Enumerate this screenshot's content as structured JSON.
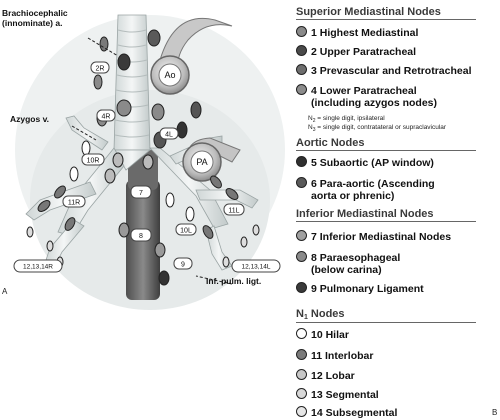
{
  "illustration": {
    "labels": {
      "brachiocephalic": "Brachiocephalic (innominate) a.",
      "azygos": "Azygos v.",
      "inf_pulm_ligt": "Inf. pulm. ligt.",
      "ao": "Ao",
      "pa": "PA"
    },
    "stations": [
      "2R",
      "4R",
      "4L",
      "10R",
      "11R",
      "10L",
      "11L",
      "7",
      "8",
      "9",
      "12,13,14R",
      "12,13,14L"
    ],
    "panel_letters": {
      "left": "A",
      "right": "B"
    }
  },
  "legend": {
    "sections": [
      {
        "title": "Superior Mediastinal Nodes"
      },
      {
        "title": "Aortic Nodes"
      },
      {
        "title": "Inferior Mediastinal Nodes"
      },
      {
        "title": "N",
        "subscript": "1",
        "title_rest": " Nodes"
      }
    ],
    "items": [
      {
        "label": "1 Highest Mediastinal",
        "color": "#8a8a8a"
      },
      {
        "label": "2 Upper Paratracheal",
        "color": "#4a4a4a"
      },
      {
        "label": "3 Prevascular and Retrotracheal",
        "color": "#6e6e6e"
      },
      {
        "label": "4 Lower Paratracheal",
        "label2": "(including azygos nodes)",
        "color": "#8c8c8c"
      },
      {
        "label": "5 Subaortic (AP window)",
        "color": "#303030"
      },
      {
        "label": "6 Para-aortic (Ascending",
        "label2": "aorta or phrenic)",
        "color": "#5a5a5a"
      },
      {
        "label": "7 Inferior Mediastinal Nodes",
        "color": "#a0a0a0"
      },
      {
        "label": "8 Paraesophageal",
        "label2": "(below carina)",
        "color": "#8a8a8a"
      },
      {
        "label": "9 Pulmonary Ligament",
        "color": "#3a3a3a"
      },
      {
        "label": "10 Hilar",
        "color": "#ffffff"
      },
      {
        "label": "11 Interlobar",
        "color": "#7a7a7a"
      },
      {
        "label": "12 Lobar",
        "color": "#c8c8c8"
      },
      {
        "label": "13 Segmental",
        "color": "#d8d8d8"
      },
      {
        "label": "14 Subsegmental",
        "color": "#e6e6e6"
      }
    ],
    "notes": {
      "n2_prefix": "N",
      "n2_sub": "2",
      "n2_text": " = single digit, ipsilateral",
      "n3_prefix": "N",
      "n3_sub": "3",
      "n3_text": " = single digit, contratateral or supraclavicular"
    }
  }
}
